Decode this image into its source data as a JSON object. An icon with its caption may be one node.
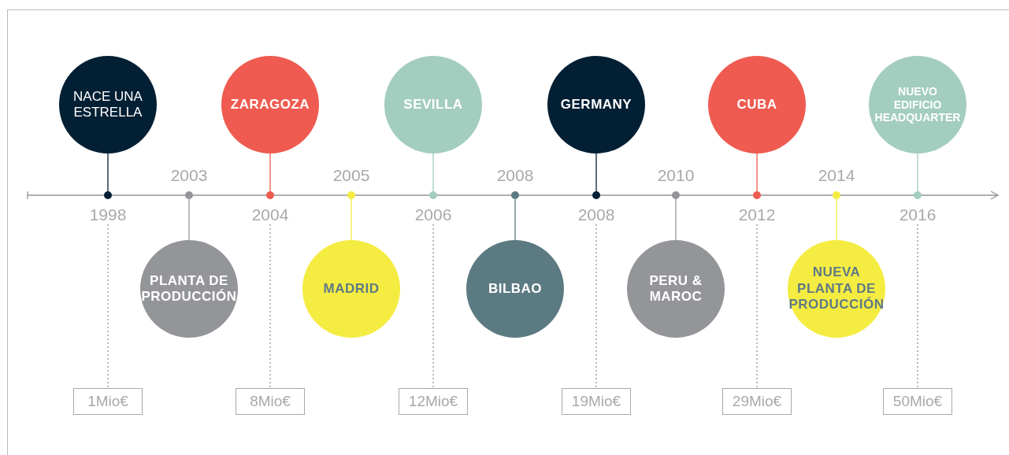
{
  "diagram": {
    "nodes": [
      {
        "text": [
          "NACE UNA ESTRELLA"
        ]
      },
      {
        "text": [],
        "shape": "circle"
      },
      {
        "text": [
          "1998"
        ]
      },
      {
        "text": [
          "1Mio€"
        ]
      },
      {
        "text": [
          "PLANTA DE PRODUCCIÓN"
        ]
      },
      {
        "text": [],
        "shape": "circle",
        "beside": [
          "2003"
        ]
      },
      {
        "text": [
          "ZARAGOZA"
        ]
      },
      {
        "text": [],
        "shape": "circle"
      },
      {
        "text": [
          "2004"
        ]
      },
      {
        "text": [
          "8Mio€"
        ]
      },
      {
        "text": [
          "MADRID"
        ]
      },
      {
        "text": [],
        "shape": "circle",
        "beside": [
          "2005"
        ]
      },
      {
        "text": [
          "SEVILLA"
        ]
      },
      {
        "text": [],
        "shape": "circle"
      },
      {
        "text": [
          "2006"
        ]
      },
      {
        "text": [
          "12Mio€"
        ]
      },
      {
        "text": [
          "BILBAO"
        ]
      },
      {
        "text": [],
        "shape": "circle",
        "beside": [
          "2008"
        ]
      },
      {
        "text": [
          "GERMANY"
        ]
      },
      {
        "text": [],
        "shape": "circle"
      },
      {
        "text": [
          "2008"
        ]
      },
      {
        "text": [
          "19Mio€"
        ]
      },
      {
        "text": [
          "PERU & MAROC"
        ]
      },
      {
        "text": [],
        "shape": "circle",
        "beside": [
          "2010"
        ]
      },
      {
        "text": [
          "CUBA"
        ]
      },
      {
        "text": [],
        "shape": "circle"
      },
      {
        "text": [
          "2012"
        ]
      },
      {
        "text": [
          "29Mio€"
        ]
      },
      {
        "text": [
          "NUEVA PLANTA DE PRODUCCIÓN"
        ]
      },
      {
        "text": [],
        "shape": "circle",
        "beside": [
          "2014"
        ]
      },
      {
        "text": [
          "NUEVO EDIFICIO HEADQUARTER"
        ]
      },
      {
        "text": [],
        "shape": "circle"
      },
      {
        "text": [
          "2016"
        ]
      },
      {
        "text": [
          "50Mio€"
        ]
      }
    ],
    "edges": [
      {
        "from": 0,
        "to": 1,
        "arrow": "none",
        "color": "#031f33"
      },
      {
        "from": 2,
        "to": 3,
        "arrow": "none",
        "style": "dashed"
      },
      {
        "from": 4,
        "to": 5,
        "arrow": "none",
        "color": "#939598"
      },
      {
        "from": 6,
        "to": 7,
        "arrow": "none",
        "color": "#ef5b50"
      },
      {
        "from": 8,
        "to": 9,
        "arrow": "none",
        "style": "dashed"
      },
      {
        "from": 10,
        "to": 11,
        "arrow": "none",
        "color": "#f5ec42"
      },
      {
        "from": 12,
        "to": 13,
        "arrow": "none",
        "color": "#a3cdbf"
      },
      {
        "from": 14,
        "to": 15,
        "arrow": "none",
        "style": "dashed"
      },
      {
        "from": 16,
        "to": 17,
        "arrow": "none",
        "color": "#5c7a82"
      },
      {
        "from": 18,
        "to": 19,
        "arrow": "none",
        "color": "#031f33"
      },
      {
        "from": 20,
        "to": 21,
        "arrow": "none",
        "style": "dashed"
      },
      {
        "from": 22,
        "to": 23,
        "arrow": "none",
        "color": "#939598"
      },
      {
        "from": 24,
        "to": 25,
        "arrow": "none",
        "color": "#ef5b50"
      },
      {
        "from": 26,
        "to": 27,
        "arrow": "none",
        "style": "dashed"
      },
      {
        "from": 28,
        "to": 29,
        "arrow": "none",
        "color": "#f5ec42"
      },
      {
        "from": 30,
        "to": 31,
        "arrow": "none",
        "color": "#a3cdbf"
      },
      {
        "from": 32,
        "to": 33,
        "arrow": "none",
        "style": "dashed"
      }
    ]
  }
}
